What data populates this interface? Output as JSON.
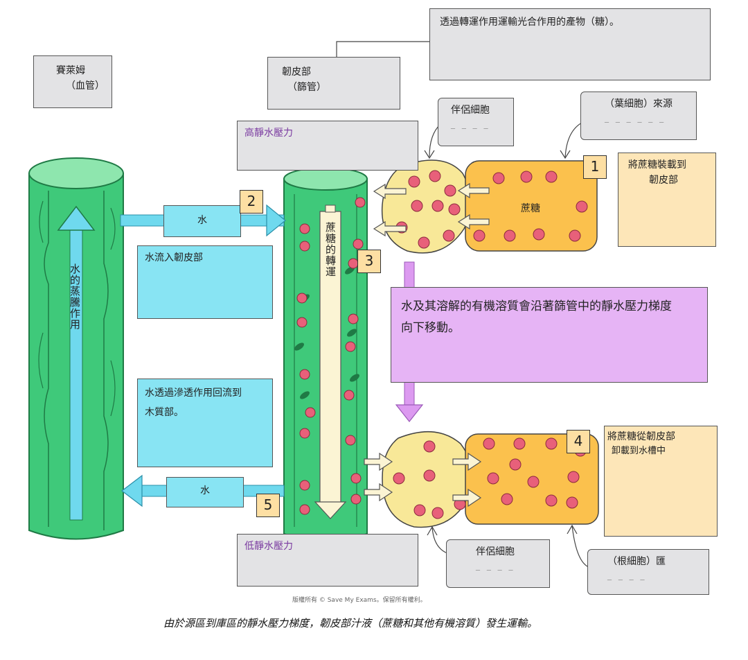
{
  "labels": {
    "xylem_title": "賽萊姆",
    "xylem_sub": "（血管）",
    "phloem_title": "韌皮部",
    "phloem_sub": "（篩管）",
    "translocation_note": "透過轉運作用運輸光合作用的產物（糖）。",
    "companion_top": "伴侶細胞",
    "source_tag": "（葉細胞）來源",
    "high_pressure": "高靜水壓力",
    "low_pressure": "低靜水壓力",
    "loading_line1": "將蔗糖裝載到",
    "loading_line2": "韌皮部",
    "sucrose": "蔗糖",
    "water_in_arrow": "水",
    "water_out_arrow": "水",
    "water_into_phloem": "水流入韌皮部",
    "osmosis_line1": "水透過滲透作用回流到",
    "osmosis_line2": "木質部。",
    "transpiration": "水的蒸騰作用",
    "sucrose_transport": "蔗糖的轉運",
    "gradient_line1": "水及其溶解的有機溶質會沿著篩管中的靜水壓力梯度",
    "gradient_line2": "向下移動。",
    "unloading_line1": "將蔗糖從韌皮部",
    "unloading_line2": "卸載到水槽中",
    "companion_bottom": "伴侶細胞",
    "sink_tag": "（根細胞）匯",
    "copyright": "版權所有 © Save My Exams。保留所有權利。",
    "caption": "由於源區到庫區的靜水壓力梯度，韌皮部汁液（蔗糖和其他有機溶質）發生運輸。"
  },
  "steps": [
    "1",
    "2",
    "3",
    "4",
    "5"
  ],
  "colors": {
    "tube_green": "#3fc97a",
    "tube_light": "#8ee6ae",
    "tube_dark": "#1f7a45",
    "sugar_red": "#e8607a",
    "companion_yellow": "#f8e898",
    "cell_orange": "#fbc14d",
    "cyan_arrow": "#6fd9ee",
    "purple_arrow": "#dc9af0",
    "grey_box": "#e3e3e5"
  },
  "icons": [
    "water-arrow",
    "sucrose-arrow",
    "down-arrow",
    "leaf-chloroplast"
  ]
}
